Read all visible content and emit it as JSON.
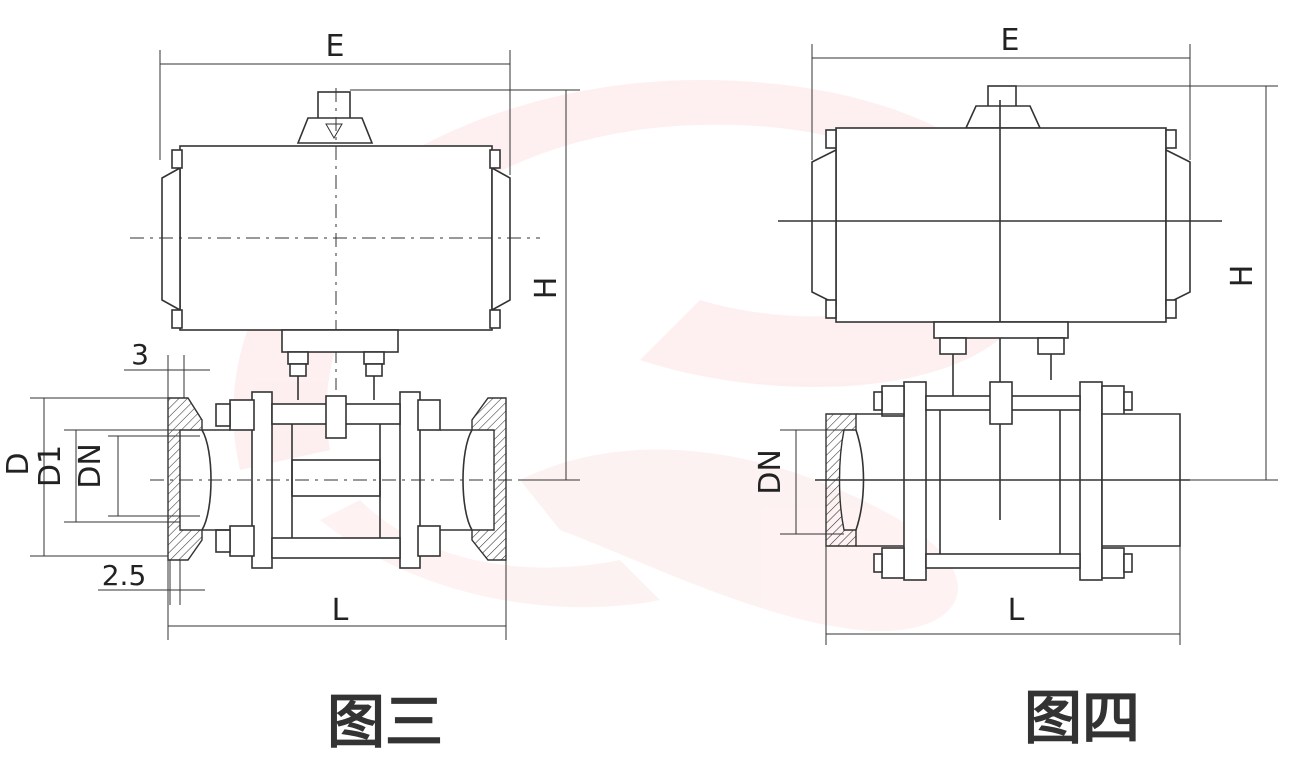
{
  "figure3": {
    "label_E": "E",
    "label_H": "H",
    "label_3": "3",
    "label_D": "D",
    "label_D1": "D1",
    "label_DN": "DN",
    "label_2_5": "2.5",
    "label_L": "L",
    "caption": "图三"
  },
  "figure4": {
    "label_E": "E",
    "label_H": "H",
    "label_DN": "DN",
    "label_L": "L",
    "caption": "图四"
  },
  "colors": {
    "line": "#333333",
    "watermark": "#fde3e3"
  }
}
